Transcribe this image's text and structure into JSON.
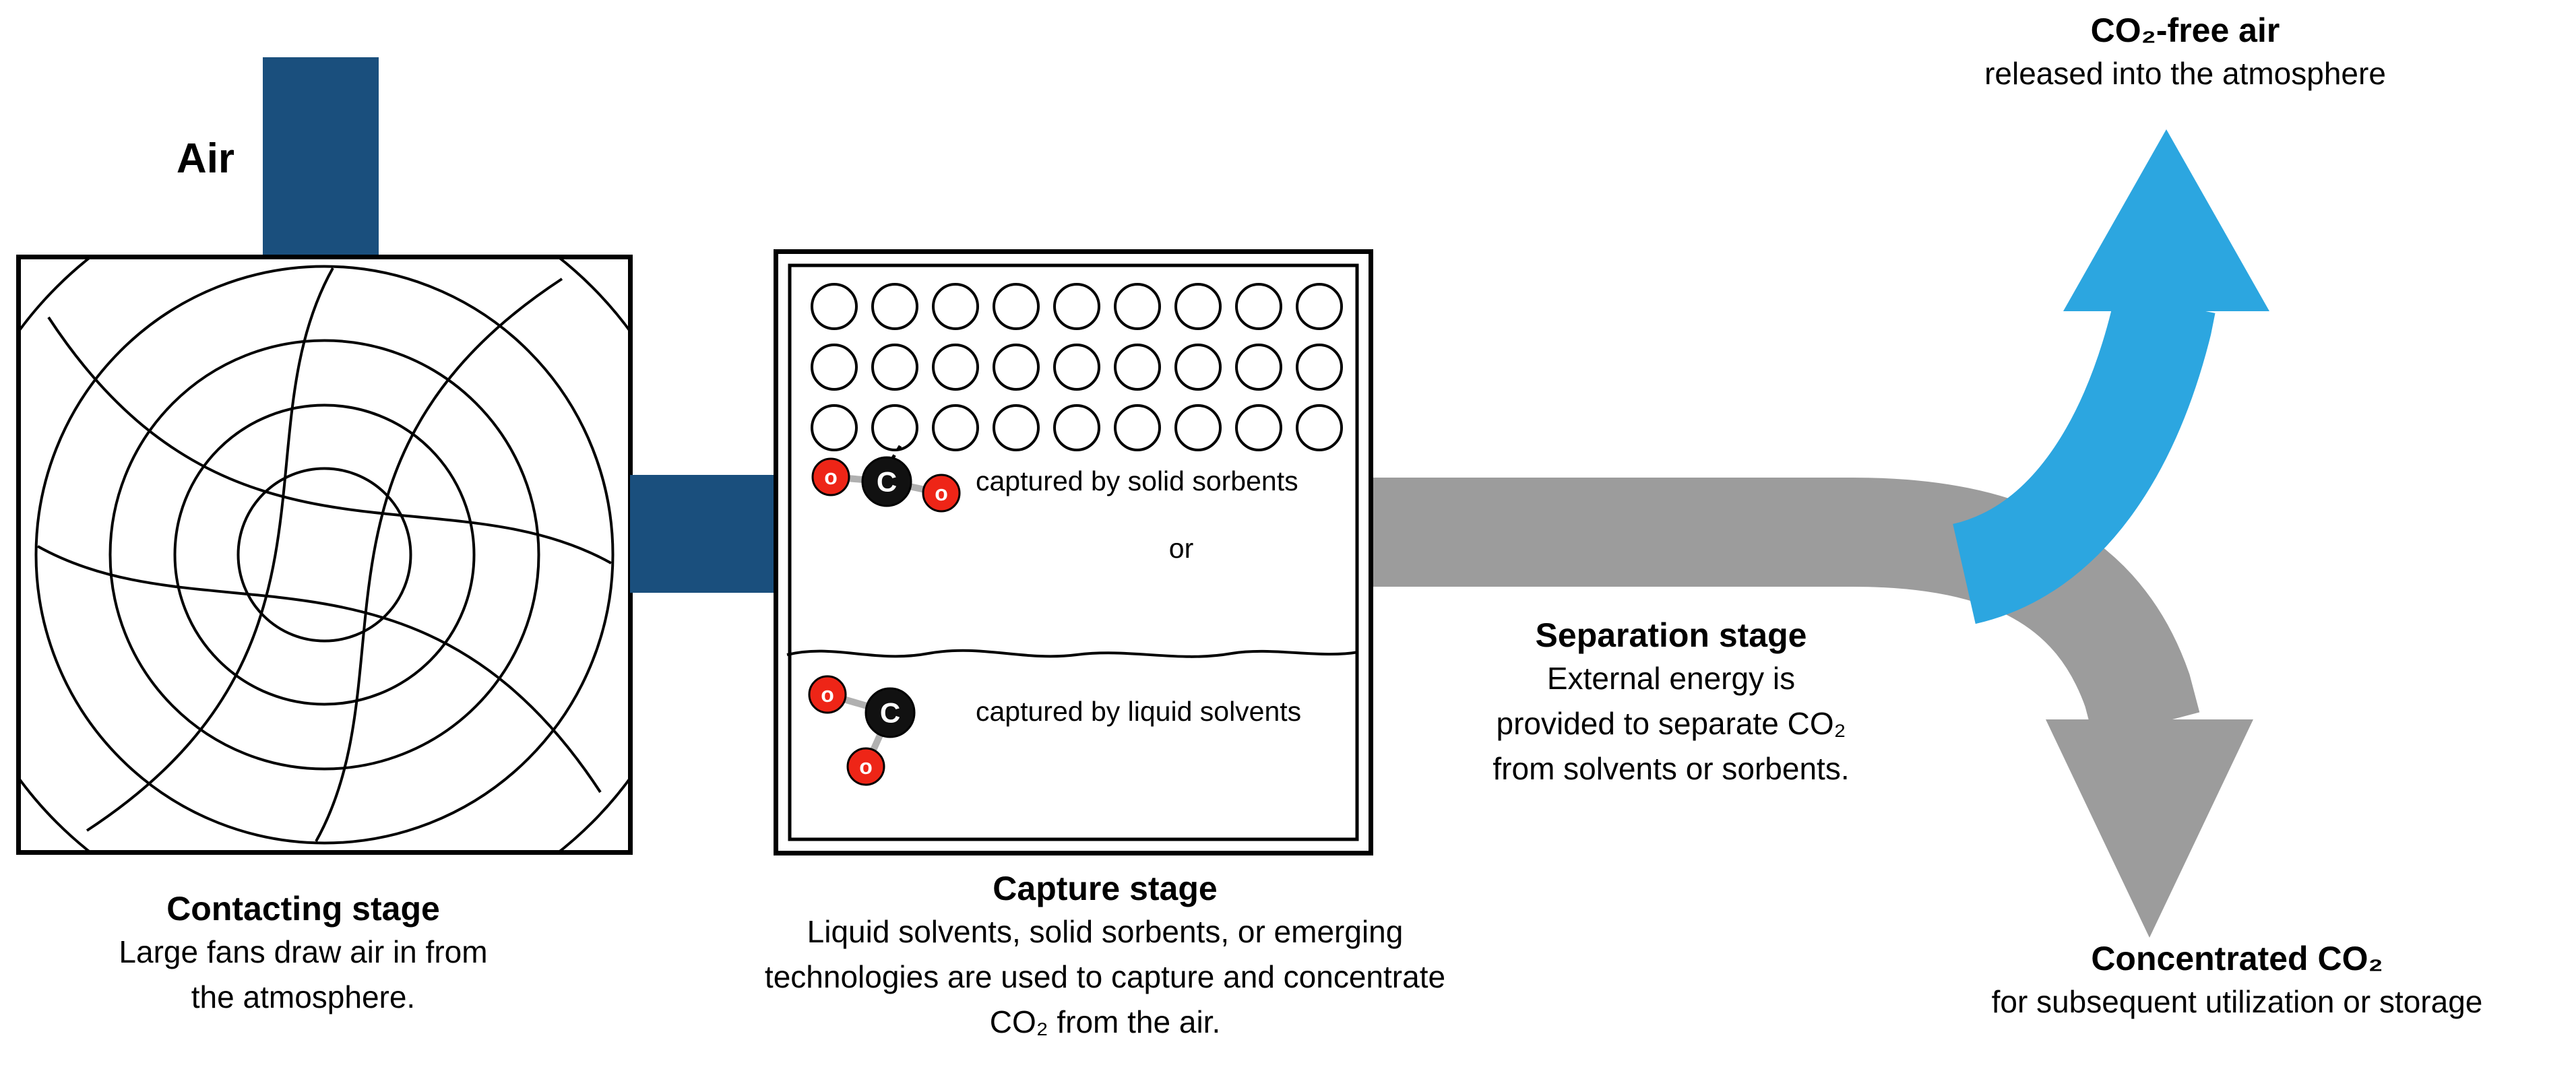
{
  "colors": {
    "duct_navy": "#1a4f7d",
    "free_air_blue": "#2ca6e0",
    "co2_gray": "#9c9c9c",
    "oxygen_red": "#ee2517",
    "carbon_black": "#111111"
  },
  "air": {
    "label": "Air"
  },
  "contacting": {
    "title": "Contacting stage",
    "lines": [
      "Large fans draw air in from",
      "the atmosphere."
    ]
  },
  "capture_box": {
    "solid_label": "captured by solid sorbents",
    "or_label": "or",
    "liquid_label": "captured by liquid solvents",
    "atom_c": "C",
    "atom_o": "o"
  },
  "capture_caption": {
    "title": "Capture stage",
    "lines": [
      "Liquid solvents, solid sorbents, or emerging",
      "technologies are used to capture and concentrate",
      "CO₂ from the air."
    ]
  },
  "separation": {
    "title": "Separation stage",
    "lines": [
      "External energy is",
      "provided to separate CO₂",
      "from solvents or sorbents."
    ]
  },
  "co2_free": {
    "title": "CO₂-free air",
    "subtitle": "released into the atmosphere"
  },
  "concentrated": {
    "title": "Concentrated CO₂",
    "subtitle": "for subsequent utilization or storage"
  }
}
